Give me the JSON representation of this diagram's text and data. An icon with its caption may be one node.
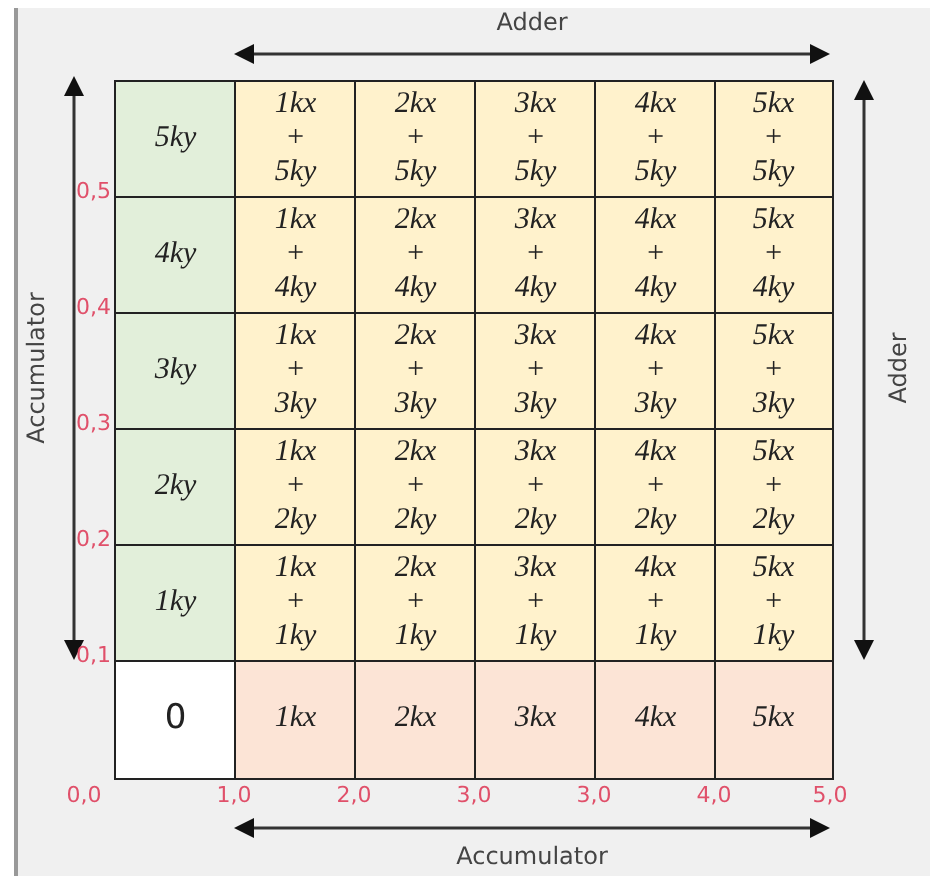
{
  "diagram": {
    "labels": [
      "Adder",
      "Accumulator",
      "Adder",
      "5ky",
      "1kx + 5ky",
      "2kx + 5ky",
      "3kx + 5ky",
      "4kx + 5ky",
      "5kx + 5ky",
      "4ky",
      "1kx + 4ky",
      "2kx + 4ky",
      "3kx + 4ky",
      "4kx + 4ky",
      "5kx + 4ky",
      "3ky",
      "1kx + 3ky",
      "2kx + 3ky",
      "3kx + 3ky",
      "4kx + 3ky",
      "5kx + 3ky",
      "2ky",
      "1kx + 2ky",
      "2kx + 2ky",
      "3kx + 2ky",
      "4kx + 2ky",
      "5kx + 2ky",
      "1ky",
      "1kx + 1ky",
      "2kx + 1ky",
      "3kx + 1ky",
      "4kx + 1ky",
      "5kx + 1ky",
      "0",
      "1kx",
      "2kx",
      "3kx",
      "4kx",
      "5kx",
      "0,5",
      "0,4",
      "0,3",
      "0,2",
      "0,1",
      "0,0",
      "1,0",
      "2,0",
      "3,0",
      "3,0",
      "4,0",
      "5,0",
      "Accumulator"
    ]
  }
}
